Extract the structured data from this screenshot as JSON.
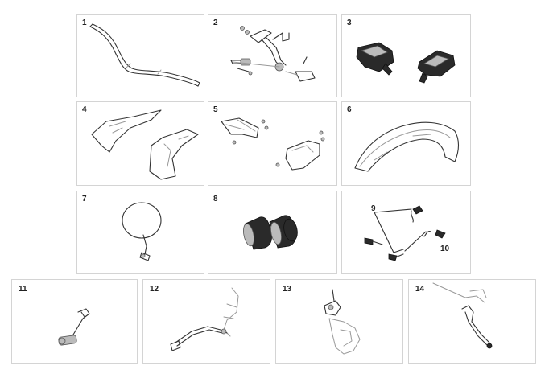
{
  "panels": [
    {
      "number": "1",
      "icon": "handlebar-icon"
    },
    {
      "number": "2",
      "icon": "side-stand-kit-icon"
    },
    {
      "number": "3",
      "icon": "footpegs-icon"
    },
    {
      "number": "4",
      "icon": "side-covers-icon"
    },
    {
      "number": "5",
      "icon": "hand-guards-icon"
    },
    {
      "number": "6",
      "icon": "front-fender-icon"
    },
    {
      "number": "7",
      "icon": "round-mirror-icon"
    },
    {
      "number": "8",
      "icon": "grips-icon"
    },
    {
      "number": "9",
      "icon": "turn-signals-icon",
      "callouts": [
        "9",
        "10"
      ]
    },
    {
      "number": "11",
      "icon": "kickstarter-lever-icon"
    },
    {
      "number": "12",
      "icon": "brake-pedal-icon"
    },
    {
      "number": "13",
      "icon": "shift-lever-assembly-icon"
    },
    {
      "number": "14",
      "icon": "folding-lever-icon"
    }
  ]
}
